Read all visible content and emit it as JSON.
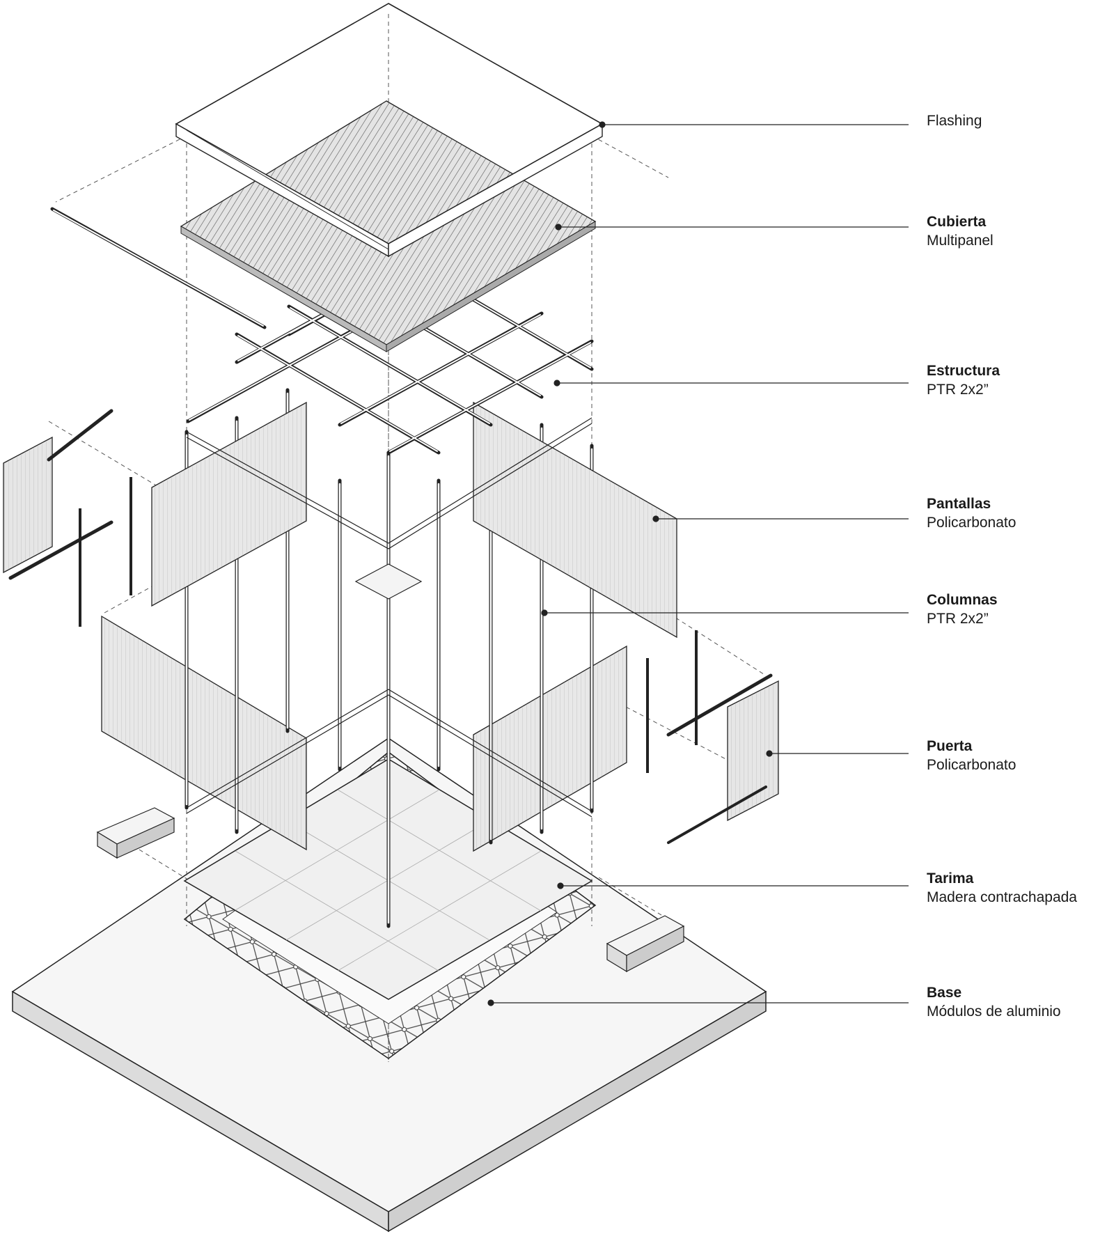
{
  "labels": [
    {
      "id": "flashing",
      "title": "Flashing",
      "subtitle": ""
    },
    {
      "id": "cubierta",
      "title": "Cubierta",
      "subtitle": "Multipanel"
    },
    {
      "id": "estructura",
      "title": "Estructura",
      "subtitle": "PTR 2x2”"
    },
    {
      "id": "pantallas",
      "title": "Pantallas",
      "subtitle": "Policarbonato"
    },
    {
      "id": "columnas",
      "title": "Columnas",
      "subtitle": "PTR 2x2”"
    },
    {
      "id": "puerta",
      "title": "Puerta",
      "subtitle": "Policarbonato"
    },
    {
      "id": "tarima",
      "title": "Tarima",
      "subtitle": "Madera contrachapada"
    },
    {
      "id": "base",
      "title": "Base",
      "subtitle": "Módulos de aluminio"
    }
  ],
  "colors": {
    "line": "#1a1a1a",
    "panel": "#e6e6e6",
    "ground": "#f2f2f2",
    "dash": "#555555"
  }
}
